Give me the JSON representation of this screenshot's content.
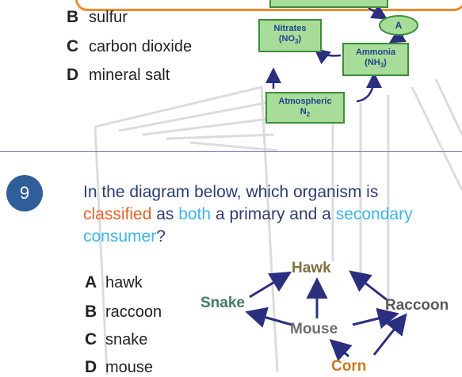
{
  "top_choices": [
    {
      "letter": "B",
      "text": "sulfur"
    },
    {
      "letter": "C",
      "text": "carbon dioxide"
    },
    {
      "letter": "D",
      "text": "mineral salt"
    }
  ],
  "nitrogen_diagram": {
    "nitrates_label": "Nitrates",
    "nitrates_formula": "(NO",
    "nitrates_sub": "3",
    "ammonia_label": "Ammonia",
    "ammonia_formula": "(NH",
    "ammonia_sub": "3",
    "atmospheric_label": "Atmospheric",
    "atmospheric_formula": "N",
    "atmospheric_sub": "2",
    "ellipse_label": "A"
  },
  "question": {
    "number": "9",
    "part1": "In the diagram below, which organism is ",
    "word_classified": "classified",
    "part2": " as ",
    "word_both": "both",
    "part3": " a primary and a ",
    "word_secondary": "secondary consumer",
    "part4": "?"
  },
  "answers": [
    {
      "letter": "A",
      "text": "hawk"
    },
    {
      "letter": "B",
      "text": "raccoon"
    },
    {
      "letter": "C",
      "text": "snake"
    },
    {
      "letter": "D",
      "text": "mouse"
    }
  ],
  "food_web": {
    "hawk": "Hawk",
    "snake": "Snake",
    "raccoon": "Raccoon",
    "mouse": "Mouse",
    "corn": "Corn"
  },
  "colors": {
    "accent_orange": "#e6622a",
    "accent_blue": "#3fb4ea",
    "badge_blue": "#2f5f9a",
    "arrow_navy": "#2b2f7f",
    "box_green": "#a7dd99"
  }
}
